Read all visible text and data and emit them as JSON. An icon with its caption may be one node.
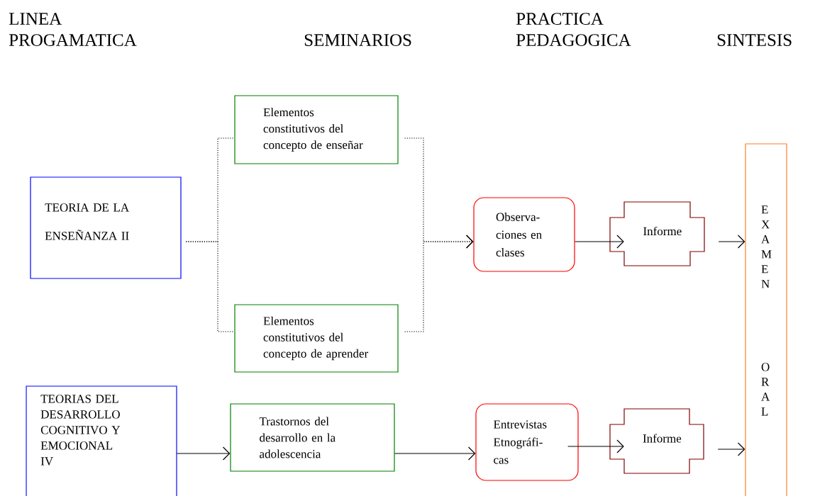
{
  "diagram": {
    "nodes": [
      {
        "text": [
          "TEORIA DE LA ENSEÑANZA II"
        ]
      },
      {
        "text": [
          "Elementos constitutivos del concepto de enseñar"
        ]
      },
      {
        "text": [
          "Elementos constitutivos del concepto de aprender"
        ]
      },
      {
        "text": [
          "Observa- ciones en clases"
        ]
      },
      {
        "text": [
          "Informe"
        ]
      },
      {
        "text": [
          "E X A M E N",
          "O R A L"
        ]
      },
      {
        "text": [
          "TEORIAS DEL DESARROLLO COGNITIVO Y EMOCIONAL IV"
        ]
      },
      {
        "text": [
          "Trastornos del desarrollo en la adolescencia"
        ]
      },
      {
        "text": [
          "Entrevistas Etnográfi- cas"
        ]
      },
      {
        "text": [
          "Informe"
        ]
      }
    ],
    "edges": [
      {
        "from": 0,
        "to": 1,
        "arrow": "none",
        "style": "dashed"
      },
      {
        "from": 0,
        "to": 2,
        "arrow": "none",
        "style": "dashed"
      },
      {
        "from": 1,
        "to": 3,
        "arrow": "to",
        "style": "dashed"
      },
      {
        "from": 2,
        "to": 3,
        "arrow": "to",
        "style": "dashed"
      },
      {
        "from": 3,
        "to": 4,
        "arrow": "to"
      },
      {
        "from": 4,
        "to": 5,
        "arrow": "to"
      },
      {
        "from": 6,
        "to": 7,
        "arrow": "to"
      },
      {
        "from": 7,
        "to": 8,
        "arrow": "to"
      },
      {
        "from": 8,
        "to": 9,
        "arrow": "to"
      },
      {
        "from": 9,
        "to": 5,
        "arrow": "to"
      }
    ],
    "labels": [
      "LINEA PROGAMATICA",
      "SEMINARIOS",
      "PRACTICA PEDAGOGICA",
      "SINTESIS"
    ]
  }
}
